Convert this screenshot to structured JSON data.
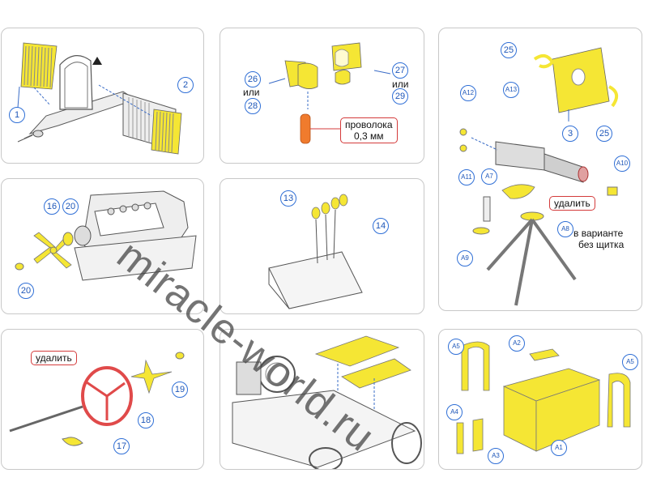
{
  "colors": {
    "etch_part": "#f5e634",
    "callout_border": "#2f6fd6",
    "wire": "#f07b2d",
    "highlight_border": "#d43b3b",
    "outline": "#5a5a5a"
  },
  "panel1": {
    "callouts": [
      "1",
      "2"
    ]
  },
  "panel2": {
    "callout_a1": "26",
    "or_a": "или",
    "callout_a2": "28",
    "callout_b1": "27",
    "or_b": "или",
    "callout_b2": "29",
    "wire_label_line1": "проволока",
    "wire_label_line2": "0,3 мм"
  },
  "panel3": {
    "callouts": [
      "25",
      "25",
      "3",
      "A12",
      "A13",
      "A11",
      "A7",
      "A10",
      "A8",
      "A9"
    ],
    "remove_label": "удалить",
    "variant_line1": "в варианте",
    "variant_line2": "без щитка"
  },
  "panel4": {
    "callouts": [
      "16",
      "20",
      "20"
    ]
  },
  "panel5": {
    "callouts": [
      "13",
      "14"
    ]
  },
  "panel7": {
    "remove_label": "удалить",
    "callouts": [
      "19",
      "18",
      "17"
    ]
  },
  "panel9": {
    "callouts": [
      "A5",
      "A2",
      "A5",
      "A4",
      "A3",
      "A1"
    ]
  },
  "watermark": "miracle-world.ru"
}
